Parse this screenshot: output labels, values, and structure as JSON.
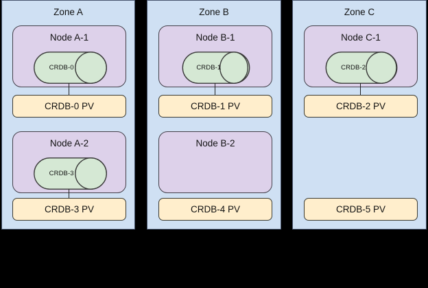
{
  "diagram": {
    "type": "kubernetes-zone-topology",
    "colors": {
      "page_background": "#000000",
      "zone_fill": "#cfe0f3",
      "zone_stroke": "#46536b",
      "node_fill": "#ddd1ea",
      "node_stroke": "#44404a",
      "pod_fill": "#d5e8d4",
      "pod_stroke": "#3a3a3a",
      "pv_fill": "#ffeecc",
      "pv_stroke": "#3b3b33",
      "connector_stroke": "#1d1d1d",
      "text": "#111111"
    },
    "zones": [
      {
        "label": "Zone A",
        "rows": [
          {
            "node": {
              "label": "Node A-1",
              "pod": {
                "label": "CRDB-0"
              }
            },
            "pv": {
              "label": "CRDB-0 PV"
            },
            "connected": true
          },
          {
            "node": {
              "label": "Node A-2",
              "pod": {
                "label": "CRDB-3"
              }
            },
            "pv": {
              "label": "CRDB-3 PV"
            },
            "connected": true
          }
        ]
      },
      {
        "label": "Zone B",
        "rows": [
          {
            "node": {
              "label": "Node B-1",
              "pod": {
                "label": "CRDB-1"
              }
            },
            "pv": {
              "label": "CRDB-1 PV"
            },
            "connected": true
          },
          {
            "node": {
              "label": "Node B-2",
              "pod": null
            },
            "pv": {
              "label": "CRDB-4 PV"
            },
            "connected": false
          }
        ]
      },
      {
        "label": "Zone C",
        "rows": [
          {
            "node": {
              "label": "Node C-1",
              "pod": {
                "label": "CRDB-2"
              }
            },
            "pv": {
              "label": "CRDB-2 PV"
            },
            "connected": true
          },
          {
            "node": null,
            "pv": {
              "label": "CRDB-5 PV"
            },
            "connected": false
          }
        ]
      }
    ]
  }
}
